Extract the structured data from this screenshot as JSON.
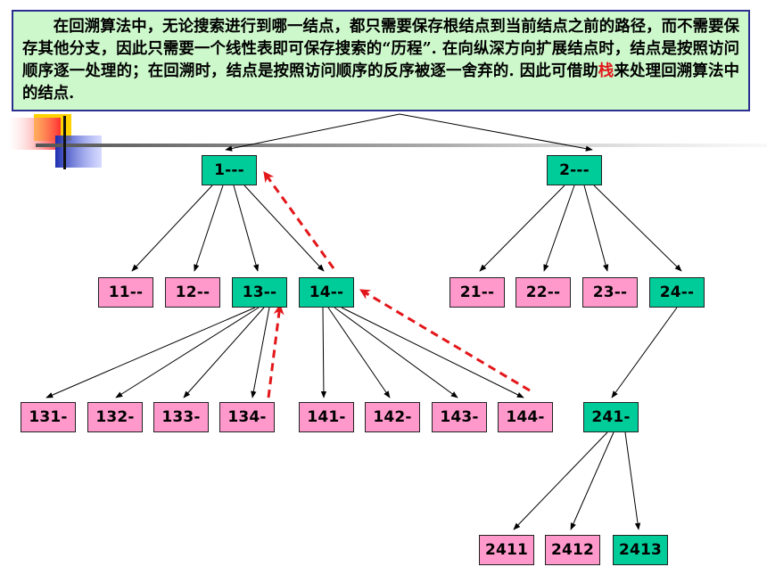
{
  "description_box": {
    "part1": "在回溯算法中，无论搜索进行到哪一结点，都只需要保存根结点到当前结点之前的路径，而不需要保存其他分支，因此只需要一个线性表即可保存搜索的“历程”. 在向纵深方向扩展结点时，结点是按照访问顺序逐一处理的；在回溯时，结点是按照访问顺序的反序被逐一舍弃的. 因此可借助",
    "highlight": "栈",
    "part2": "来处理回溯算法中的结点."
  },
  "colors": {
    "visited_node": "#00cc99",
    "unvisited_node": "#ff99cc",
    "text_box_bg": "#cdf8cb",
    "text_box_border": "#2b2f8f",
    "backtrack_arrow": "#e3161a",
    "highlight_text": "#e3161a"
  },
  "tree": {
    "nodes": [
      {
        "id": "n1",
        "label": "1---",
        "state": "visited"
      },
      {
        "id": "n2",
        "label": "2---",
        "state": "visited"
      },
      {
        "id": "n11",
        "label": "11--",
        "state": "unvisited"
      },
      {
        "id": "n12",
        "label": "12--",
        "state": "unvisited"
      },
      {
        "id": "n13",
        "label": "13--",
        "state": "visited"
      },
      {
        "id": "n14",
        "label": "14--",
        "state": "visited"
      },
      {
        "id": "n21",
        "label": "21--",
        "state": "unvisited"
      },
      {
        "id": "n22",
        "label": "22--",
        "state": "unvisited"
      },
      {
        "id": "n23",
        "label": "23--",
        "state": "unvisited"
      },
      {
        "id": "n24",
        "label": "24--",
        "state": "visited"
      },
      {
        "id": "n131",
        "label": "131-",
        "state": "unvisited"
      },
      {
        "id": "n132",
        "label": "132-",
        "state": "unvisited"
      },
      {
        "id": "n133",
        "label": "133-",
        "state": "unvisited"
      },
      {
        "id": "n134",
        "label": "134-",
        "state": "unvisited"
      },
      {
        "id": "n141",
        "label": "141-",
        "state": "unvisited"
      },
      {
        "id": "n142",
        "label": "142-",
        "state": "unvisited"
      },
      {
        "id": "n143",
        "label": "143-",
        "state": "unvisited"
      },
      {
        "id": "n144",
        "label": "144-",
        "state": "unvisited"
      },
      {
        "id": "n241",
        "label": "241-",
        "state": "visited"
      },
      {
        "id": "n2411",
        "label": "2411",
        "state": "unvisited"
      },
      {
        "id": "n2412",
        "label": "2412",
        "state": "unvisited"
      },
      {
        "id": "n2413",
        "label": "2413",
        "state": "visited"
      }
    ],
    "edges": [
      {
        "from": "root",
        "to": "n1"
      },
      {
        "from": "root",
        "to": "n2"
      },
      {
        "from": "n1",
        "to": "n11"
      },
      {
        "from": "n1",
        "to": "n12"
      },
      {
        "from": "n1",
        "to": "n13"
      },
      {
        "from": "n1",
        "to": "n14"
      },
      {
        "from": "n2",
        "to": "n21"
      },
      {
        "from": "n2",
        "to": "n22"
      },
      {
        "from": "n2",
        "to": "n23"
      },
      {
        "from": "n2",
        "to": "n24"
      },
      {
        "from": "n13",
        "to": "n131"
      },
      {
        "from": "n13",
        "to": "n132"
      },
      {
        "from": "n13",
        "to": "n133"
      },
      {
        "from": "n13",
        "to": "n134"
      },
      {
        "from": "n14",
        "to": "n141"
      },
      {
        "from": "n14",
        "to": "n142"
      },
      {
        "from": "n14",
        "to": "n143"
      },
      {
        "from": "n14",
        "to": "n144"
      },
      {
        "from": "n24",
        "to": "n241"
      },
      {
        "from": "n241",
        "to": "n2411"
      },
      {
        "from": "n241",
        "to": "n2412"
      },
      {
        "from": "n241",
        "to": "n2413"
      }
    ],
    "backtrack_arrows": [
      {
        "from": "n134",
        "to": "n13"
      },
      {
        "from": "n144",
        "to": "n14"
      },
      {
        "from": "n14",
        "to": "n1"
      }
    ]
  }
}
